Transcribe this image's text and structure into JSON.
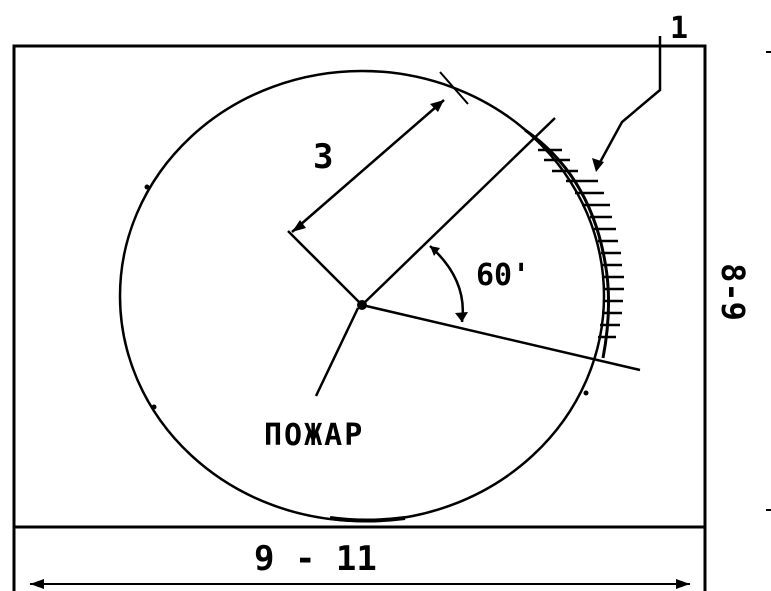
{
  "labels": {
    "callout": "1",
    "radius": "3",
    "angle": "60'",
    "fire": "ПОЖАР",
    "width": "9 - 11",
    "height": "8-9"
  },
  "colors": {
    "ink": "#000000",
    "paper": "#ffffff"
  }
}
